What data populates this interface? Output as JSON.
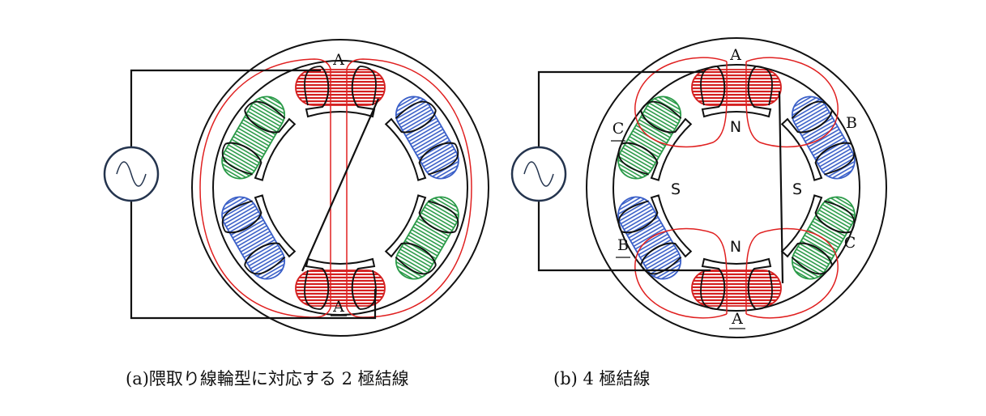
{
  "colors": {
    "phase_a": "#d42020",
    "phase_b": "#3a5fc8",
    "phase_c": "#2a9a48",
    "flux": "#e02020",
    "wire": "#111111"
  },
  "diagram_a": {
    "caption": "(a)隈取り線輪型に対応する 2 極結線",
    "labels": {
      "top": "A",
      "bottom": "A"
    },
    "source_icon": "ac-source-icon"
  },
  "diagram_b": {
    "caption": "(b) 4 極結線",
    "labels": {
      "top": "A",
      "bottom": "A",
      "n_top": "N",
      "n_bottom": "N",
      "s_left": "S",
      "s_right": "S",
      "c_left": "C",
      "b_right": "B",
      "b_left": "B",
      "c_right": "C"
    },
    "source_icon": "ac-source-icon"
  }
}
